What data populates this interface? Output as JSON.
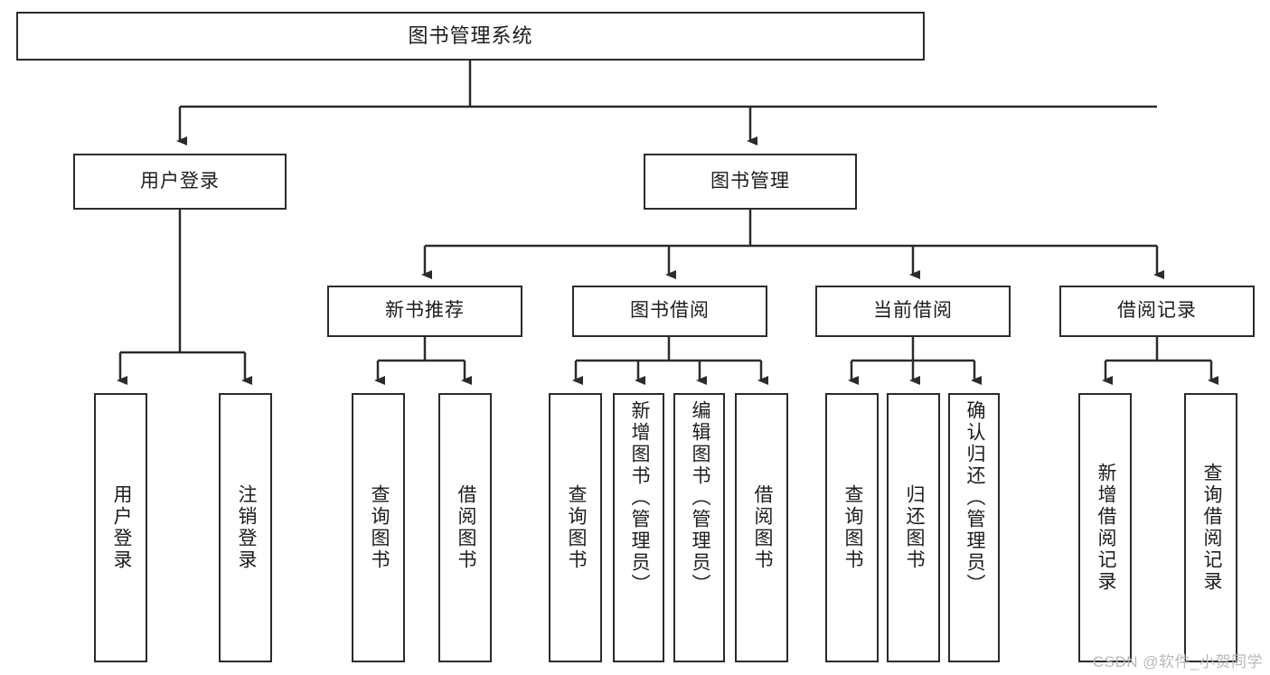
{
  "diagram": {
    "title": "图书管理系统",
    "type": "hierarchy-tree",
    "levels": 4,
    "line_color": "#2b2b2b",
    "box_fill": "#ffffff",
    "text_color": "#1d1d1d"
  },
  "root": {
    "label": "图书管理系统"
  },
  "level2": [
    {
      "label": "用户登录"
    },
    {
      "label": "图书管理"
    }
  ],
  "level3": [
    {
      "label": "新书推荐"
    },
    {
      "label": "图书借阅"
    },
    {
      "label": "当前借阅"
    },
    {
      "label": "借阅记录"
    }
  ],
  "leaves": {
    "user_login": [
      {
        "label": "用户登录"
      },
      {
        "label": "注销登录"
      }
    ],
    "new_book_recommend": [
      {
        "label": "查询图书"
      },
      {
        "label": "借阅图书"
      }
    ],
    "book_borrow": [
      {
        "label": "查询图书"
      },
      {
        "label": "新增图书（管理员）"
      },
      {
        "label": "编辑图书（管理员）"
      },
      {
        "label": "借阅图书"
      }
    ],
    "current_borrow": [
      {
        "label": "查询图书"
      },
      {
        "label": "归还图书"
      },
      {
        "label": "确认归还（管理员）"
      }
    ],
    "borrow_records": [
      {
        "label": "新增借阅记录"
      },
      {
        "label": "查询借阅记录"
      }
    ]
  },
  "watermark": {
    "text": "CSDN @软件_小贺同学"
  }
}
